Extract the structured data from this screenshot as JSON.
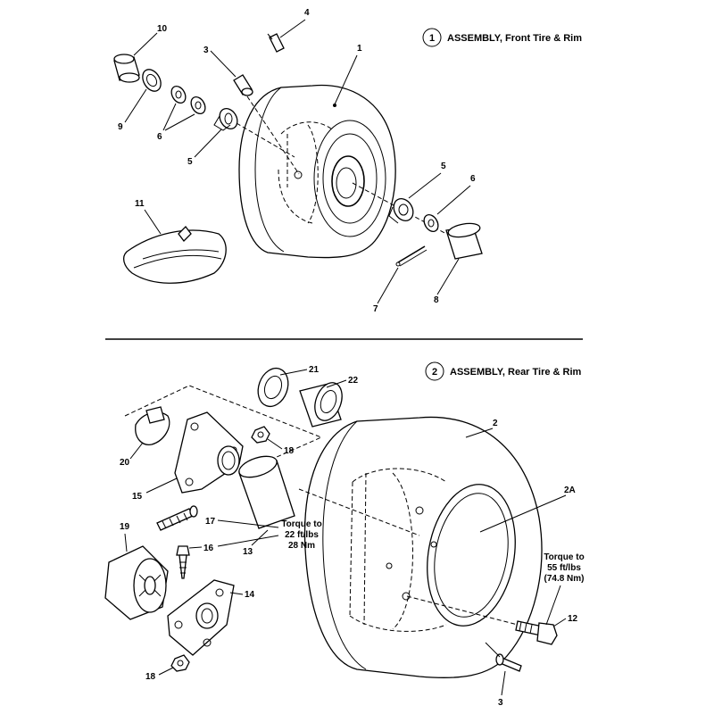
{
  "front_assembly": {
    "badge": "1",
    "title": "ASSEMBLY, Front Tire & Rim",
    "callouts": {
      "tire": "1",
      "valve_stem": "3",
      "fitting": "4",
      "bearing_left": "5",
      "washers_left": "6",
      "seal_left": "9",
      "spacer_left": "10",
      "tube": "11",
      "bearing_right": "5",
      "washer_right": "6",
      "spacer_right": "8",
      "cotter_pin": "7"
    }
  },
  "rear_assembly": {
    "badge": "2",
    "title": "ASSEMBLY, Rear Tire & Rim",
    "callouts": {
      "tire": "2",
      "rim": "2A",
      "seal": "21",
      "spacer": "22",
      "clamp": "20",
      "nut_top": "18",
      "hub_flange_top": "15",
      "stud": "17",
      "bushing": "13",
      "bolt": "16",
      "hub_bearing": "19",
      "hub_flange_bottom": "14",
      "nut_bottom": "18",
      "lug_bolt": "12",
      "valve_stem": "3"
    },
    "torque_hub": [
      "Torque to",
      "22 ft/lbs",
      "28 Nm"
    ],
    "torque_lug": [
      "Torque to",
      "55 ft/lbs",
      "(74.8 Nm)"
    ]
  }
}
